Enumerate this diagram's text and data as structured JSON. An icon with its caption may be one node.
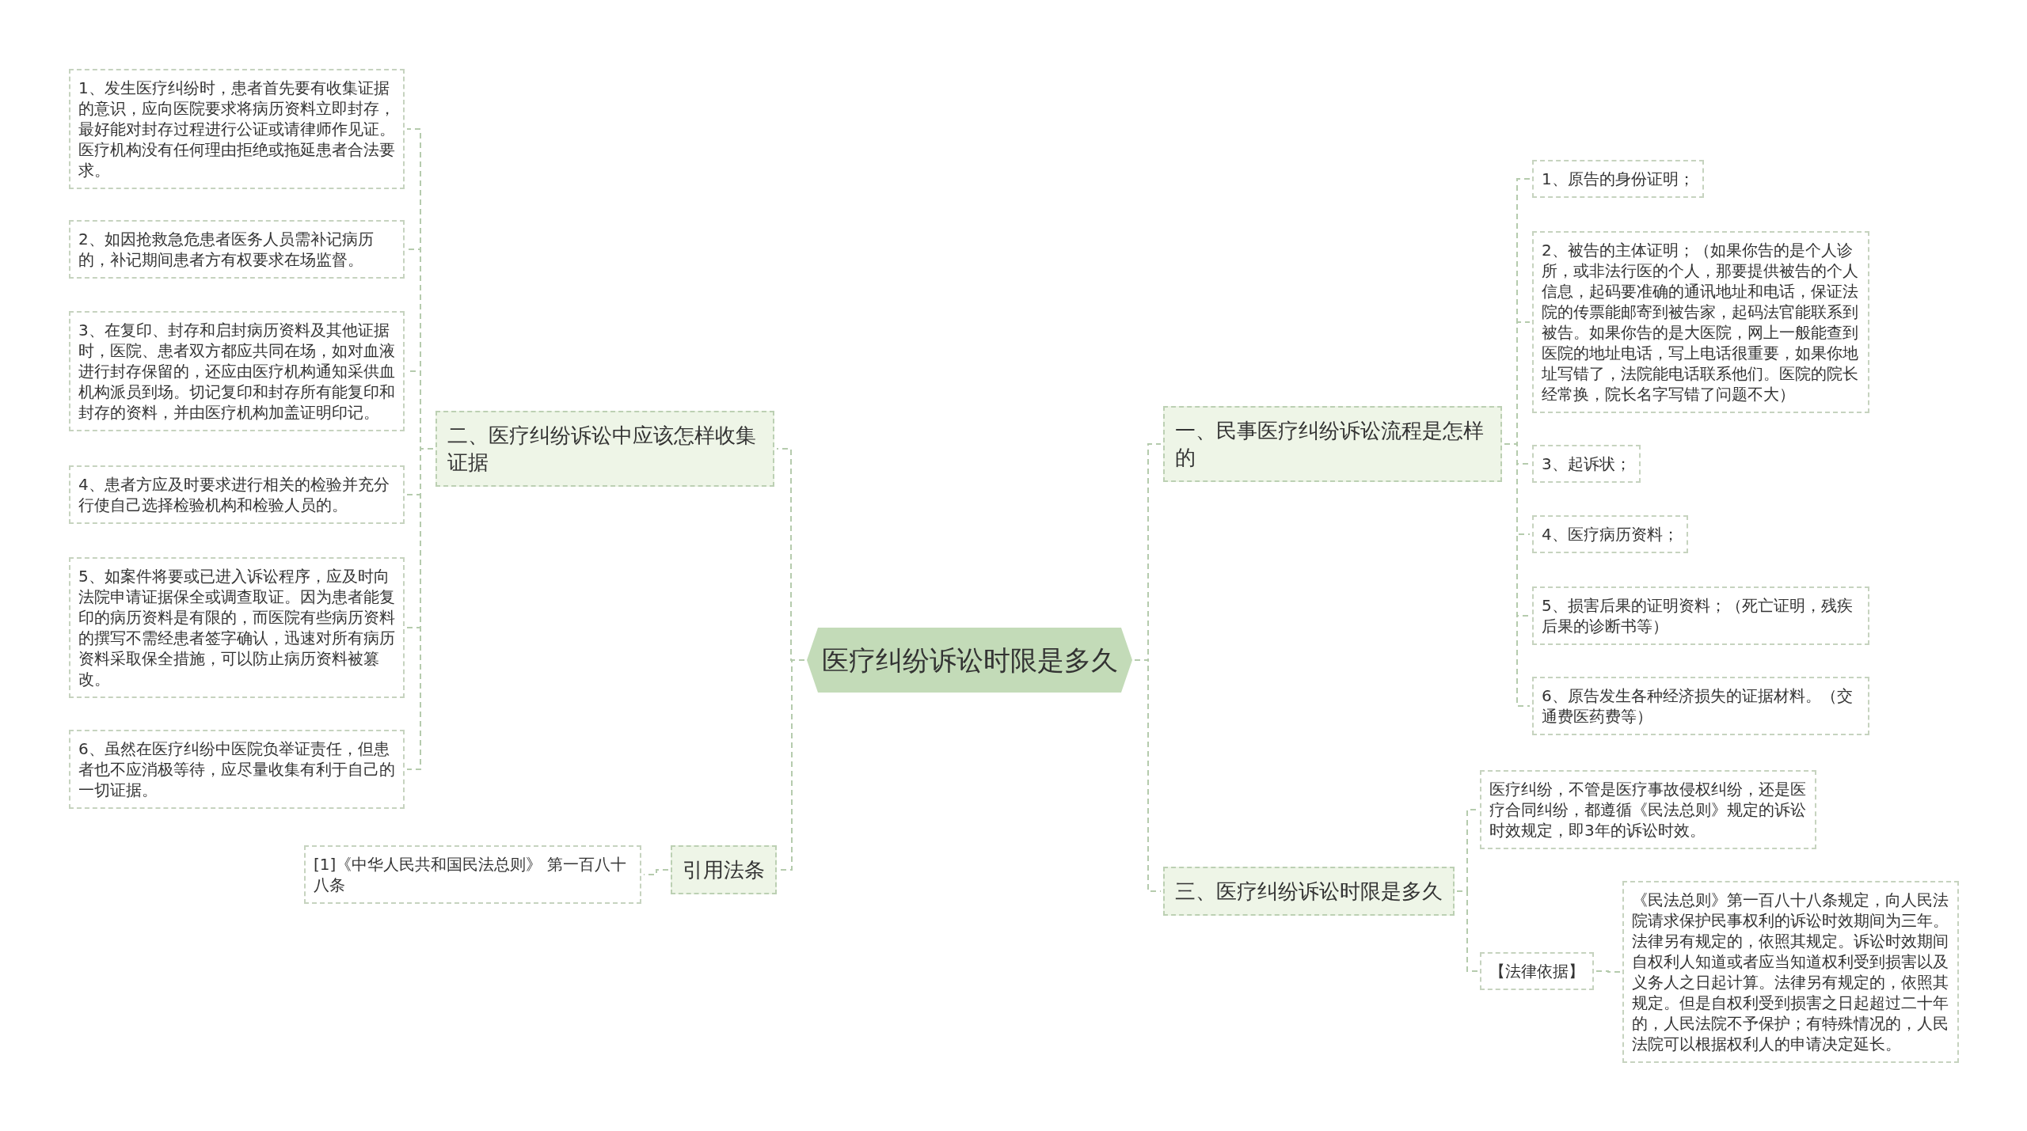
{
  "diagram": {
    "nodes": [
      {
        "text": [
          "医疗纠纷诉讼时限是多久"
        ]
      },
      {
        "text": [
          "一、民事医疗纠纷诉讼流程是怎样的"
        ]
      },
      {
        "text": [
          "1、原告的身份证明；"
        ]
      },
      {
        "text": [
          "2、被告的主体证明；（如果你告的是个人诊所，或非法行医的个人，那要提供被告的个人信息，起码要准确的通讯地址和电话，保证法院的传票能邮寄到被告家，起码法官能联系到被告。如果你告的是大医院，网上一般能查到医院的地址电话，写上电话很重要，如果你地址写错了，法院能电话联系他们。医院的院长经常换，院长名字写错了问题不大）"
        ]
      },
      {
        "text": [
          "3、起诉状；"
        ]
      },
      {
        "text": [
          "4、医疗病历资料；"
        ]
      },
      {
        "text": [
          "5、损害后果的证明资料；（死亡证明，残疾后果的诊断书等）"
        ]
      },
      {
        "text": [
          "6、原告发生各种经济损失的证据材料。（交通费医药费等）"
        ]
      },
      {
        "text": [
          "三、医疗纠纷诉讼时限是多久"
        ]
      },
      {
        "text": [
          "医疗纠纷，不管是医疗事故侵权纠纷，还是医疗合同纠纷，都遵循《民法总则》规定的诉讼时效规定，即3年的诉讼时效。"
        ]
      },
      {
        "text": [
          "【法律依据】"
        ]
      },
      {
        "text": [
          "《民法总则》第一百八十八条规定，向人民法院请求保护民事权利的诉讼时效期间为三年。法律另有规定的，依照其规定。诉讼时效期间自权利人知道或者应当知道权利受到损害以及义务人之日起计算。法律另有规定的，依照其规定。但是自权利受到损害之日起超过二十年的，人民法院不予保护；有特殊情况的，人民法院可以根据权利人的申请决定延长。"
        ]
      },
      {
        "text": [
          "二、医疗纠纷诉讼中应该怎样收集证据"
        ]
      },
      {
        "text": [
          "1、发生医疗纠纷时，患者首先要有收集证据的意识，应向医院要求将病历资料立即封存，最好能对封存过程进行公证或请律师作见证。医疗机构没有任何理由拒绝或拖延患者合法要求。"
        ]
      },
      {
        "text": [
          "2、如因抢救急危患者医务人员需补记病历的，补记期间患者方有权要求在场监督。"
        ]
      },
      {
        "text": [
          "3、在复印、封存和启封病历资料及其他证据时，医院、患者双方都应共同在场，如对血液进行封存保留的，还应由医疗机构通知采供血机构派员到场。切记复印和封存所有能复印和封存的资料，并由医疗机构加盖证明印记。"
        ]
      },
      {
        "text": [
          "4、患者方应及时要求进行相关的检验并充分行使自己选择检验机构和检验人员的。"
        ]
      },
      {
        "text": [
          "5、如案件将要或已进入诉讼程序，应及时向法院申请证据保全或调查取证。因为患者能复印的病历资料是有限的，而医院有些病历资料的撰写不需经患者签字确认，迅速对所有病历资料采取保全措施，可以防止病历资料被篡改。"
        ]
      },
      {
        "text": [
          "6、虽然在医疗纠纷中医院负举证责任，但患者也不应消极等待，应尽量收集有利于自己的一切证据。"
        ]
      },
      {
        "text": [
          "引用法条"
        ]
      },
      {
        "text": [
          "[1]《中华人民共和国民法总则》 第一百八十八条"
        ]
      }
    ],
    "edges": [
      {
        "from": 0,
        "to": 1,
        "arrow": "none"
      },
      {
        "from": 1,
        "to": 2,
        "arrow": "none"
      },
      {
        "from": 1,
        "to": 3,
        "arrow": "none"
      },
      {
        "from": 1,
        "to": 4,
        "arrow": "none"
      },
      {
        "from": 1,
        "to": 5,
        "arrow": "none"
      },
      {
        "from": 1,
        "to": 6,
        "arrow": "none"
      },
      {
        "from": 1,
        "to": 7,
        "arrow": "none"
      },
      {
        "from": 0,
        "to": 8,
        "arrow": "none"
      },
      {
        "from": 8,
        "to": 9,
        "arrow": "none"
      },
      {
        "from": 8,
        "to": 10,
        "arrow": "none"
      },
      {
        "from": 10,
        "to": 11,
        "arrow": "none"
      },
      {
        "from": 0,
        "to": 12,
        "arrow": "none"
      },
      {
        "from": 12,
        "to": 13,
        "arrow": "none"
      },
      {
        "from": 12,
        "to": 14,
        "arrow": "none"
      },
      {
        "from": 12,
        "to": 15,
        "arrow": "none"
      },
      {
        "from": 12,
        "to": 16,
        "arrow": "none"
      },
      {
        "from": 12,
        "to": 17,
        "arrow": "none"
      },
      {
        "from": 12,
        "to": 18,
        "arrow": "none"
      },
      {
        "from": 0,
        "to": 19,
        "arrow": "none"
      },
      {
        "from": 19,
        "to": 20,
        "arrow": "none"
      }
    ]
  }
}
